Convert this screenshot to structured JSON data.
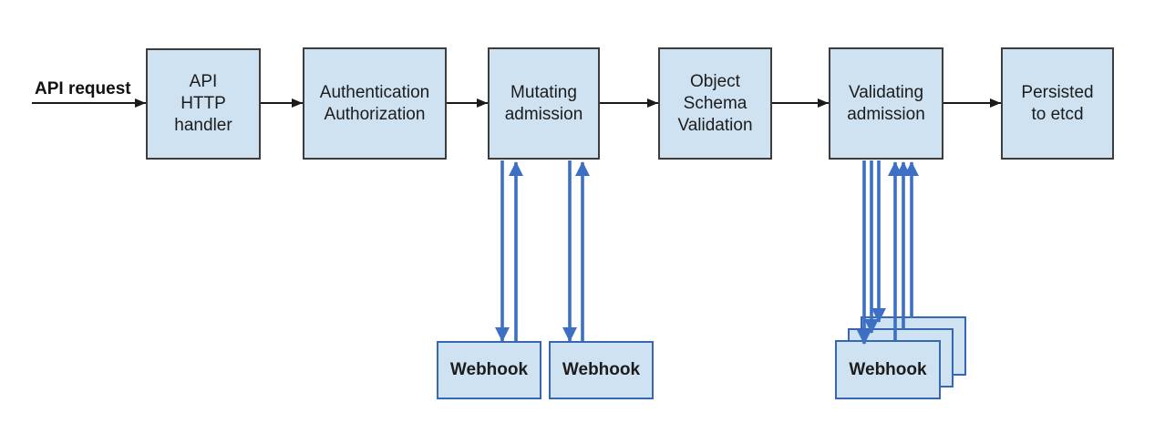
{
  "flow": {
    "request_label": "API request",
    "nodes": [
      {
        "id": "api-http-handler",
        "label": "API\nHTTP\nhandler"
      },
      {
        "id": "authentication-authorization",
        "label": "Authentication\nAuthorization"
      },
      {
        "id": "mutating-admission",
        "label": "Mutating\nadmission"
      },
      {
        "id": "object-schema-validation",
        "label": "Object\nSchema\nValidation"
      },
      {
        "id": "validating-admission",
        "label": "Validating\nadmission"
      },
      {
        "id": "persisted-to-etcd",
        "label": "Persisted\nto etcd"
      }
    ],
    "mutating_webhooks": [
      {
        "label": "Webhook"
      },
      {
        "label": "Webhook"
      }
    ],
    "validating_webhook_stack": {
      "front_label": "Webhook",
      "stack_count": 3
    },
    "colors": {
      "box_fill": "#cfe2f1",
      "box_border": "#3d3d3d",
      "webhook_border": "#3767ae",
      "flow_arrow_black": "#1a1a1a",
      "webhook_arrow_blue": "#3d70c5"
    }
  }
}
